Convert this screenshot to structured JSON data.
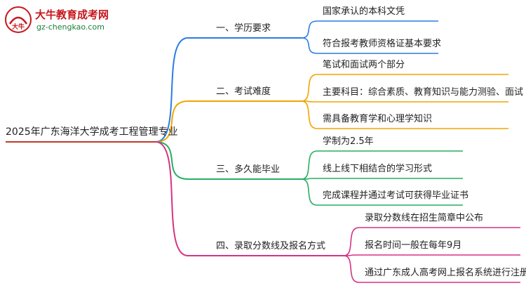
{
  "brand": {
    "name": "大牛教育成考网",
    "url": "gz-chengkao.com",
    "mark_text": "大牛"
  },
  "colors": {
    "branch1": "#2a7de1",
    "branch2": "#f0a500",
    "branch3": "#27ae60",
    "branch4": "#d63384",
    "root": "#c0392b"
  },
  "root": {
    "label": "2025年广东海洋大学成考工程管理专业"
  },
  "branches": [
    {
      "label": "一、学历要求",
      "items": [
        "国家承认的本科文凭",
        "符合报考教师资格证基本要求"
      ]
    },
    {
      "label": "二、考试难度",
      "items": [
        "笔试和面试两个部分",
        "主要科目：综合素质、教育知识与能力测验、面试",
        "需具备教育学和心理学知识"
      ]
    },
    {
      "label": "三、多久能毕业",
      "items": [
        "学制为2.5年",
        "线上线下相结合的学习形式",
        "完成课程并通过考试可获得毕业证书"
      ]
    },
    {
      "label": "四、录取分数线及报名方式",
      "items": [
        "录取分数线在招生简章中公布",
        "报名时间一般在每年9月",
        "通过广东成人高考网上报名系统进行注册"
      ]
    }
  ]
}
